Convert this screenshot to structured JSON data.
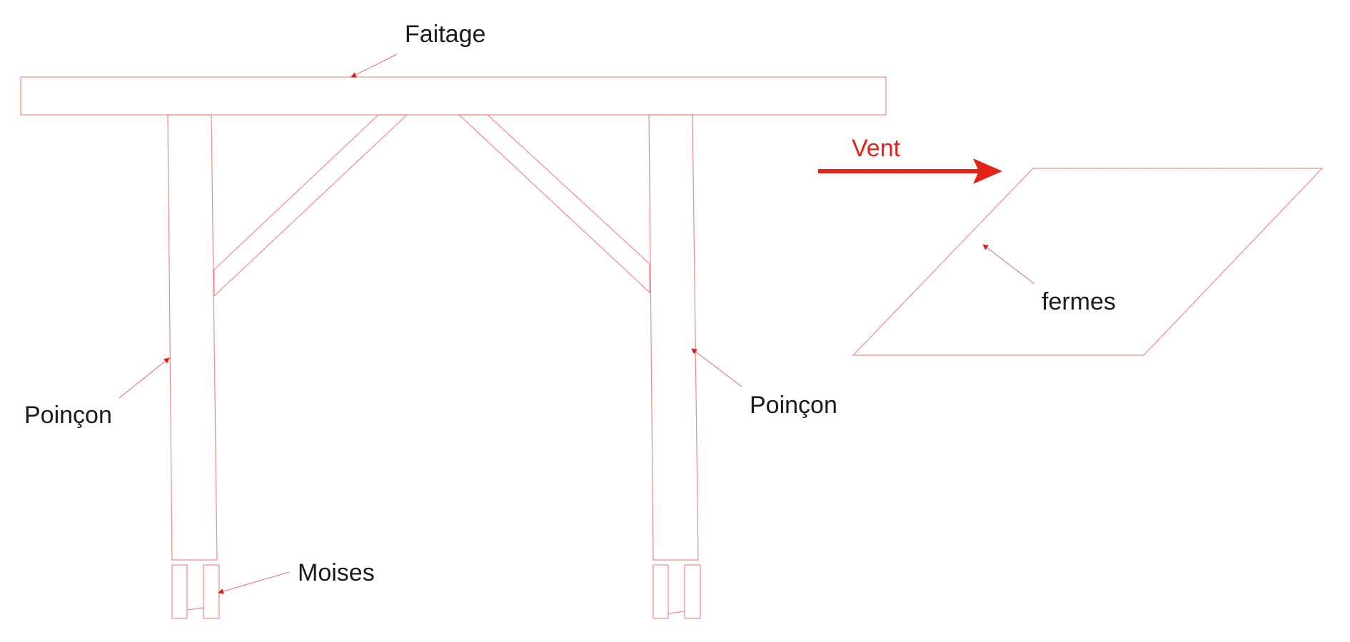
{
  "labels": {
    "ridge": "Faitage",
    "king_post_left": "Poinçon",
    "king_post_right": "Poinçon",
    "clamps": "Moises",
    "wind": "Vent",
    "trusses": "fermes"
  },
  "colors": {
    "outline": "#f08a8a",
    "leader": "#e06a6a",
    "wind_arrow": "#e2231a",
    "text": "#1a1a1a"
  }
}
